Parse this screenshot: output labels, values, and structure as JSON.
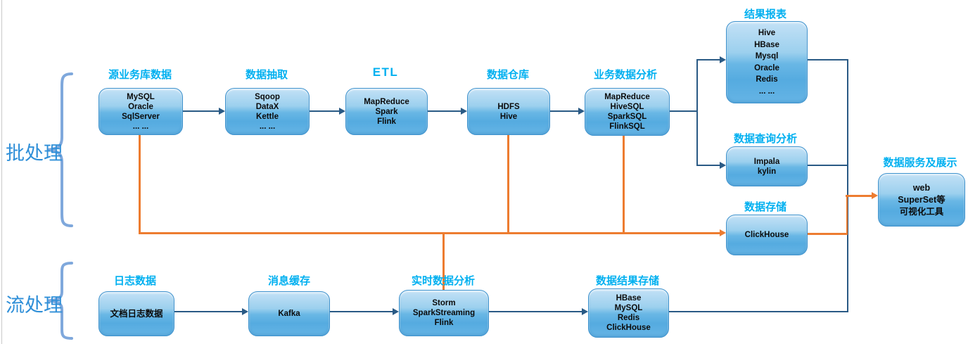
{
  "groups": {
    "batch_label": "批处理",
    "stream_label": "流处理"
  },
  "nodes": {
    "source": {
      "label": "源业务库数据",
      "lines": [
        "MySQL",
        "Oracle",
        "SqlServer",
        "... ..."
      ]
    },
    "extract": {
      "label": "数据抽取",
      "lines": [
        "Sqoop",
        "DataX",
        "Kettle",
        "... ..."
      ]
    },
    "etl": {
      "label": "ETL",
      "lines": [
        "MapReduce",
        "Spark",
        "Flink"
      ]
    },
    "warehouse": {
      "label": "数据仓库",
      "lines": [
        "HDFS",
        "Hive"
      ]
    },
    "analysis": {
      "label": "业务数据分析",
      "lines": [
        "MapReduce",
        "HiveSQL",
        "SparkSQL",
        "FlinkSQL"
      ]
    },
    "report": {
      "label": "结果报表",
      "lines": [
        "Hive",
        "HBase",
        "Mysql",
        "Oracle",
        "Redis",
        "... ..."
      ]
    },
    "query": {
      "label": "数据查询分析",
      "lines": [
        "Impala",
        "kylin"
      ]
    },
    "storage": {
      "label": "数据存储",
      "lines": [
        "ClickHouse"
      ]
    },
    "serving": {
      "label": "数据服务及展示",
      "lines": [
        "web",
        "SuperSet等",
        "可视化工具"
      ]
    },
    "log": {
      "label": "日志数据",
      "lines": [
        "文档日志数据"
      ]
    },
    "cache": {
      "label": "消息缓存",
      "lines": [
        "Kafka"
      ]
    },
    "realtime": {
      "label": "实时数据分析",
      "lines": [
        "Storm",
        "SparkStreaming",
        "Flink"
      ]
    },
    "result_store": {
      "label": "数据结果存储",
      "lines": [
        "HBase",
        "MySQL",
        "Redis",
        "ClickHouse"
      ]
    }
  },
  "colors": {
    "heading_cyan": "#00b0f0",
    "connector_blue": "#2a5a85",
    "connector_orange": "#ed7c30",
    "node_fill_top": "#c3e1f6",
    "node_fill_bottom": "#55abe0",
    "node_border": "#3e92cd",
    "group_text_blue": "#2f8fd8",
    "brace_blue": "#7fa8dc"
  }
}
